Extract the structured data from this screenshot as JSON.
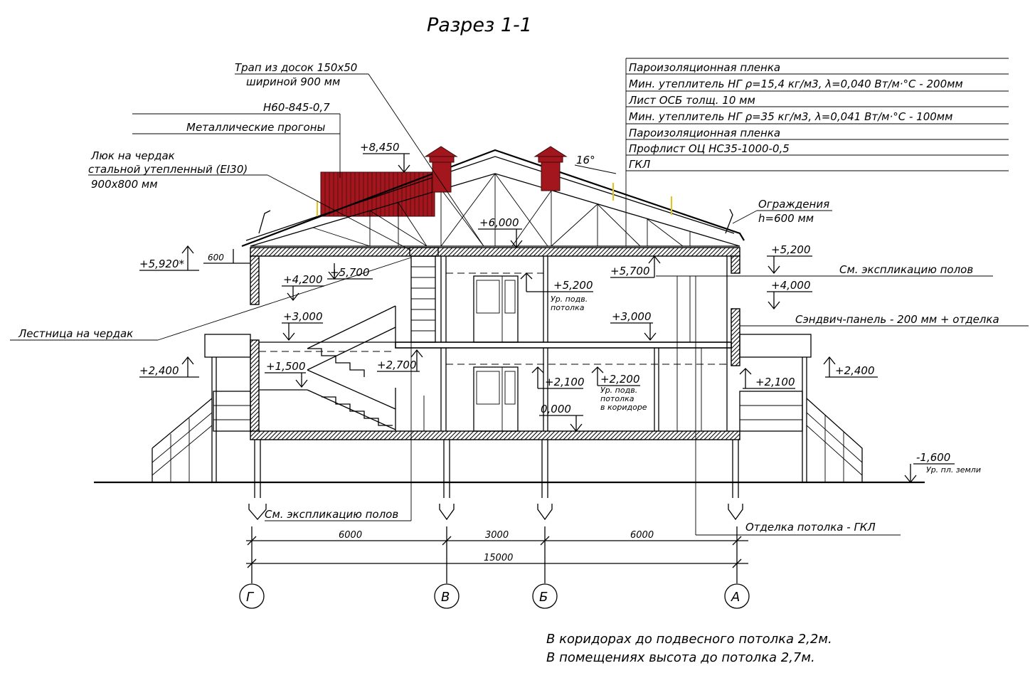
{
  "title": "Разрез 1-1",
  "colors": {
    "roof_red": "#a3161d",
    "line": "#000000",
    "accent_yellow": "#e8c21a"
  },
  "roof_layers": [
    "Пароизоляционная пленка",
    "Мин. утеплитель НГ ρ=15,4 кг/м3, λ=0,040 Вт/м·°С  - 200мм",
    "Лист ОСБ толщ. 10 мм",
    "Мин. утеплитель НГ ρ=35 кг/м3, λ=0,041 Вт/м·°С  - 100мм",
    "Пароизоляционная пленка",
    "Профлист ОЦ НС35-1000-0,5",
    "ГКЛ"
  ],
  "callouts": {
    "trap_line1": "Трап из досок 150х50",
    "trap_line2": "шириной 900 мм",
    "profile": "Н60-845-0,7",
    "purlins": "Металлические прогоны",
    "hatch_line1": "Люк на чердак",
    "hatch_line2": "стальной утепленный (EI30)",
    "hatch_line3": "900х800 мм",
    "railing_line1": "Ограждения",
    "railing_line2": "h=600 мм",
    "floors_ref_right": "См. экспликацию полов",
    "sandwich": "Сэндвич-панель - 200 мм + отделка",
    "stair": "Лестница на чердак",
    "floors_ref_bottom": "См. экспликацию полов",
    "ceiling_finish": "Отделка потолка - ГКЛ",
    "roof_angle": "16°",
    "dim_600": "600"
  },
  "levels": {
    "l8450": "+8,450",
    "l6000": "+6,000",
    "l5920": "+5,920*",
    "l5700a": "+5,700",
    "l5700b": "+5,700",
    "l5200a": "+5,200",
    "l5200_note1": "Ур. подв.",
    "l5200_note2": "потолка",
    "l5200b": "+5,200",
    "l4200": "+4,200",
    "l4000": "+4,000",
    "l3000a": "+3,000",
    "l3000b": "+3,000",
    "l2700": "+2,700",
    "l2400a": "+2,400",
    "l2400b": "+2,400",
    "l2200": "+2,200",
    "l2200_note1": "Ур. подв.",
    "l2200_note2": "потолка",
    "l2200_note3": "в коридоре",
    "l2100a": "+2,100",
    "l2100b": "+2,100",
    "l1500": "+1,500",
    "l0000": "0,000",
    "lm1600": "-1,600",
    "lm1600_note": "Ур. пл. земли"
  },
  "dimensions": {
    "span1": "6000",
    "span2": "3000",
    "span3": "6000",
    "total": "15000"
  },
  "axes": [
    "Г",
    "В",
    "Б",
    "А"
  ],
  "notes": [
    "В коридорах до подвесного потолка 2,2м.",
    "В помещениях высота до потолка 2,7м."
  ]
}
